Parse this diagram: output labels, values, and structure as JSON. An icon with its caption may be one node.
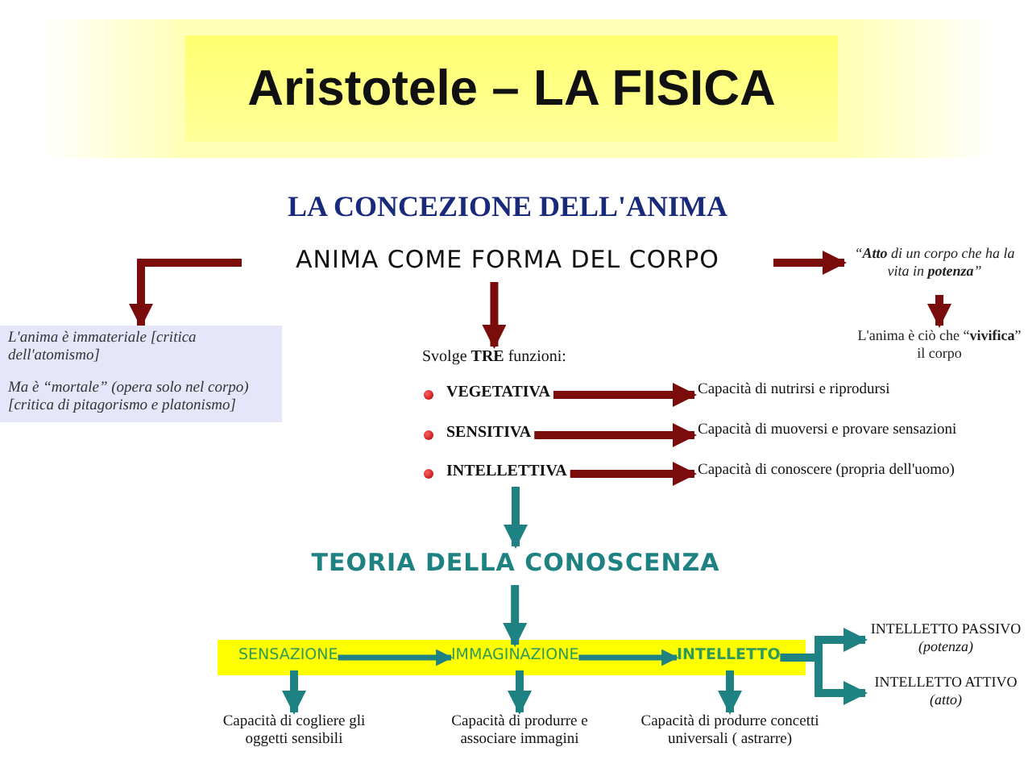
{
  "diagram": {
    "title": "Aristotele – LA FISICA",
    "nodes": [
      {
        "text": [
          "ANIMA COME FORMA DEL CORPO"
        ]
      },
      {
        "text": [
          "L'anima è immateriale [critica dell'atomismo]",
          "Ma è “mortale” (opera solo nel corpo) [critica di pitagorismo e platonismo]"
        ]
      },
      {
        "text": [
          "“**Atto** di un corpo che ha la vita in **potenza**”"
        ]
      },
      {
        "text": [
          "L'anima è ciò che “**vivifica**” il corpo"
        ]
      },
      {
        "text": [
          "Svolge **TRE** funzioni:"
        ]
      },
      {
        "text": [
          "VEGETATIVA"
        ]
      },
      {
        "text": [
          "SENSITIVA"
        ]
      },
      {
        "text": [
          "INTELLETTIVA"
        ]
      },
      {
        "text": [
          "Capacità di nutrirsi e riprodursi"
        ]
      },
      {
        "text": [
          "Capacità di muoversi e provare sensazioni"
        ]
      },
      {
        "text": [
          "Capacità di conoscere (propria dell'uomo)"
        ]
      },
      {
        "text": [
          "TEORIA DELLA CONOSCENZA"
        ]
      },
      {
        "text": [
          "SENSAZIONE"
        ]
      },
      {
        "text": [
          "IMMAGINAZIONE"
        ]
      },
      {
        "text": [
          "INTELLETTO"
        ]
      },
      {
        "text": [
          "INTELLETTO PASSIVO",
          "(potenza)"
        ]
      },
      {
        "text": [
          "INTELLETTO ATTIVO",
          "(atto)"
        ]
      },
      {
        "text": [
          "Capacità di cogliere gli oggetti sensibili"
        ]
      },
      {
        "text": [
          "Capacità di produrre e associare immagini"
        ]
      },
      {
        "text": [
          "Capacità di produrre concetti universali ( astrarre)"
        ]
      }
    ],
    "edges": [
      {
        "from": 0,
        "to": 1,
        "arrow": "to",
        "color": "#7b0c0c"
      },
      {
        "from": 0,
        "to": 2,
        "arrow": "to",
        "color": "#7b0c0c"
      },
      {
        "from": 2,
        "to": 3,
        "arrow": "to",
        "color": "#7b0c0c"
      },
      {
        "from": 0,
        "to": 4,
        "arrow": "to",
        "color": "#7b0c0c"
      },
      {
        "from": 5,
        "to": 8,
        "arrow": "to",
        "color": "#7b0c0c"
      },
      {
        "from": 6,
        "to": 9,
        "arrow": "to",
        "color": "#7b0c0c"
      },
      {
        "from": 7,
        "to": 10,
        "arrow": "to",
        "color": "#7b0c0c"
      },
      {
        "from": 7,
        "to": 11,
        "arrow": "to",
        "color": "#1f8282"
      },
      {
        "from": 11,
        "to": 13,
        "arrow": "to",
        "color": "#1f8282"
      },
      {
        "from": 12,
        "to": 13,
        "arrow": "to",
        "color": "#1f8282"
      },
      {
        "from": 13,
        "to": 14,
        "arrow": "to",
        "color": "#1f8282"
      },
      {
        "from": 14,
        "to": 15,
        "arrow": "to",
        "color": "#1f8282"
      },
      {
        "from": 14,
        "to": 16,
        "arrow": "to",
        "color": "#1f8282"
      },
      {
        "from": 12,
        "to": 17,
        "arrow": "to",
        "color": "#1f8282"
      },
      {
        "from": 13,
        "to": 18,
        "arrow": "to",
        "color": "#1f8282"
      },
      {
        "from": 14,
        "to": 19,
        "arrow": "to",
        "color": "#1f8282"
      }
    ],
    "labels": [
      "LA CONCEZIONE DELL'ANIMA"
    ]
  }
}
